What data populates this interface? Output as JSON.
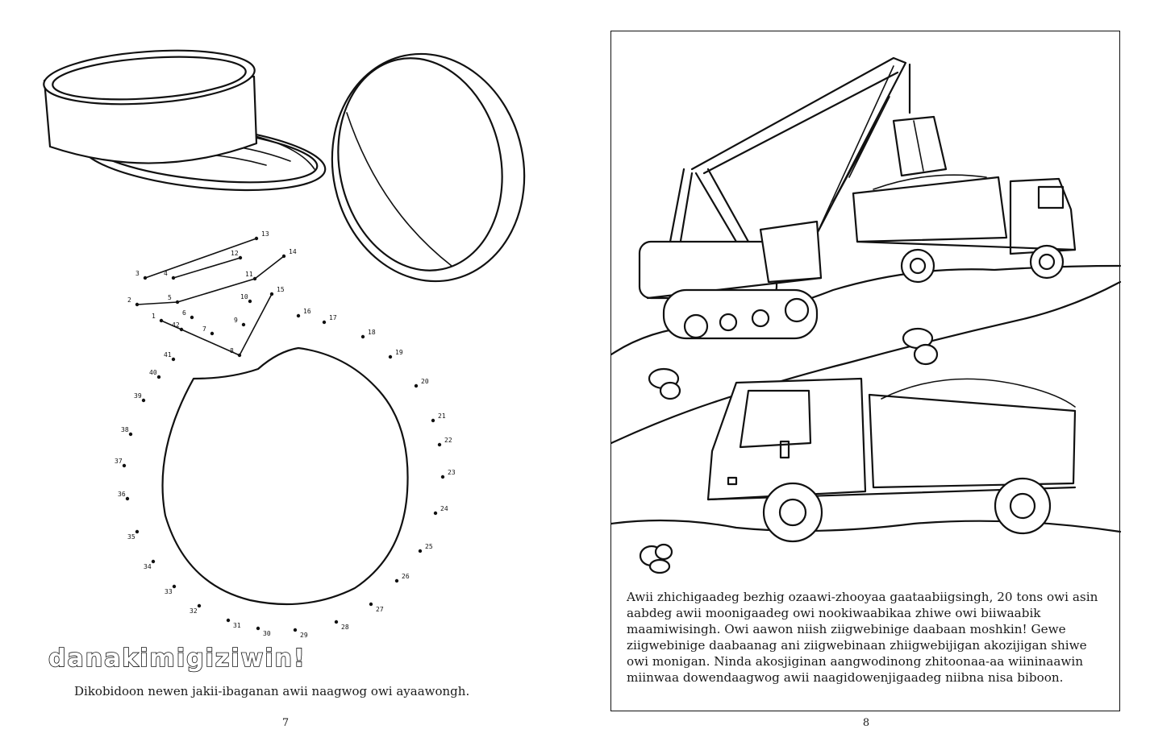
{
  "left_page": {
    "activity_title": "danakimigiziwin!",
    "instruction": "Dikobidoon newen jakii-ibaganan awii naagwog owi ayaawongh.",
    "page_number": "7",
    "dot_labels": [
      "1",
      "2",
      "3",
      "4",
      "5",
      "6",
      "7",
      "8",
      "9",
      "10",
      "11",
      "12",
      "13",
      "14",
      "15",
      "16",
      "17",
      "18",
      "19",
      "20",
      "21",
      "22",
      "23",
      "24",
      "25",
      "26",
      "27",
      "28",
      "29",
      "30",
      "31",
      "32",
      "33",
      "34",
      "35",
      "36",
      "37",
      "38",
      "39",
      "40",
      "41",
      "42"
    ]
  },
  "right_page": {
    "story_text": "Awii zhichigaadeg bezhig ozaawi-zhooyaa gaataabiigsingh, 20 tons owi asin aabdeg awii moonigaadeg owi nookiwaabikaa zhiwe owi biiwaabik maamiwisingh. Owi aawon niish ziigwebinige daabaan moshkin! Gewe ziigwebinige daabaanag ani ziigwebinaan zhiigwebijigan akozijigan shiwe owi monigan. Ninda akosjiginan aangwodinong zhitoonaa-aa wiininaawin miinwaa dowendaagwog awii naagidowenjigaadeg niibna nisa biboon.",
    "page_number": "8"
  }
}
